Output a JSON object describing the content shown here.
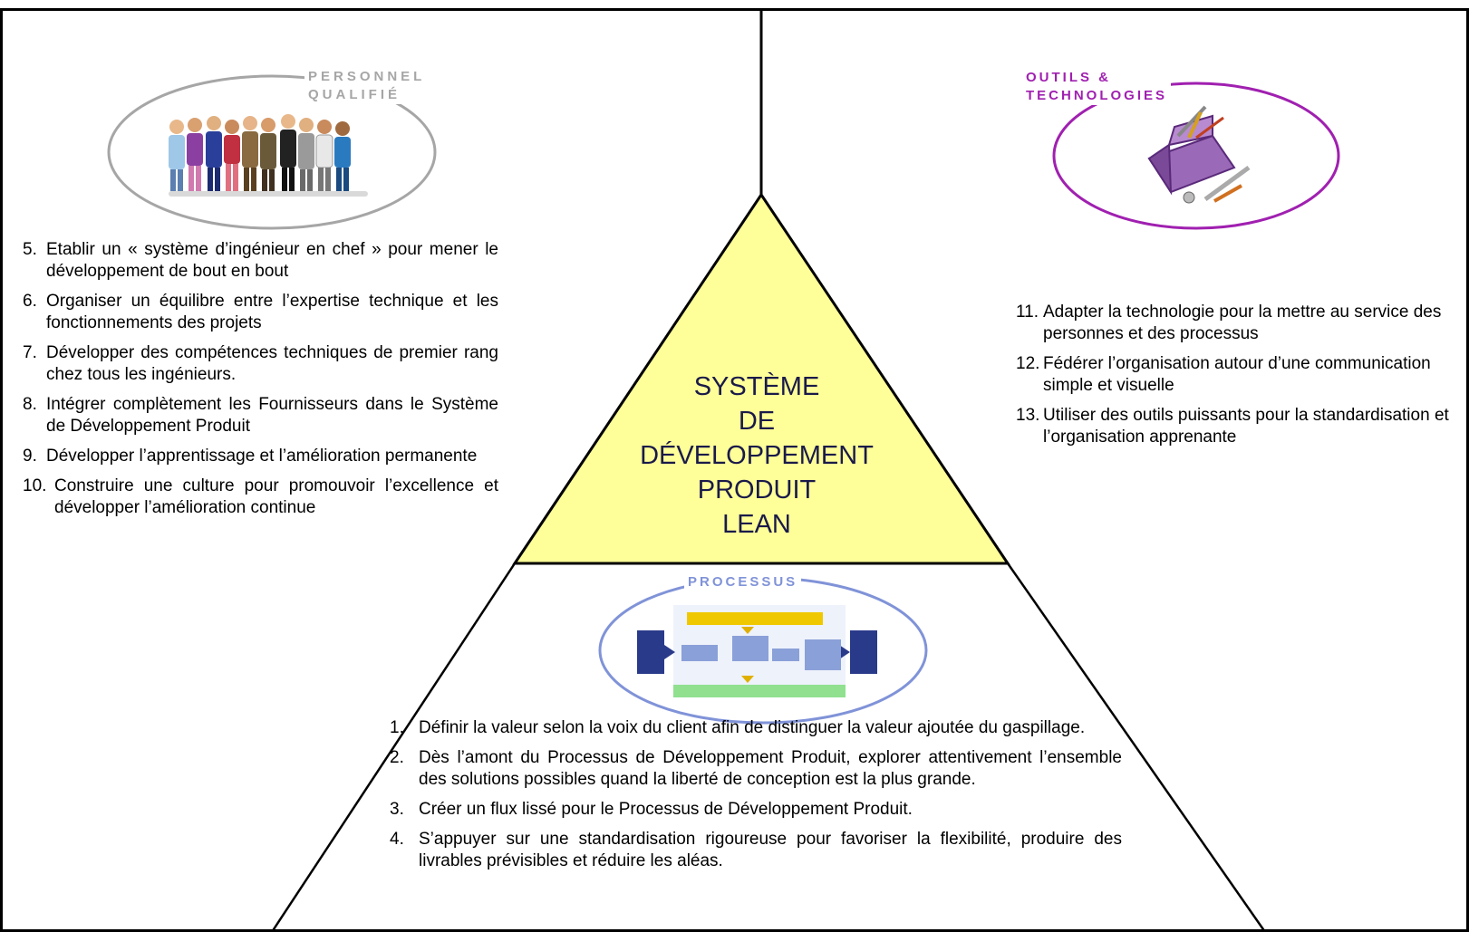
{
  "sections": {
    "personnel": {
      "title_line1": "PERSONNEL",
      "title_line2": "QUALIFIÉ",
      "items": [
        {
          "num": "5.",
          "text": "Etablir un « système d’ingénieur en chef » pour mener le développement de bout en bout"
        },
        {
          "num": "6.",
          "text": "Organiser un équilibre entre l’expertise technique et les fonctionnements des projets"
        },
        {
          "num": "7.",
          "text": "Développer des compétences techniques de premier rang chez tous les ingénieurs."
        },
        {
          "num": "8.",
          "text": "Intégrer complètement les Fournisseurs dans le Système de Développement Produit"
        },
        {
          "num": "9.",
          "text": "Développer l’apprentissage et l’amélioration permanente"
        },
        {
          "num": "10.",
          "text": "Construire une culture pour promouvoir l’excellence et développer l’amélioration continue"
        }
      ]
    },
    "outils": {
      "title_line1": "OUTILS &",
      "title_line2": "TECHNOLOGIES",
      "items": [
        {
          "num": "11.",
          "text": " Adapter la technologie pour la mettre au service des personnes et des processus"
        },
        {
          "num": "12.",
          "text": "Fédérer l’organisation autour d’une communication simple et visuelle"
        },
        {
          "num": "13.",
          "text": "Utiliser des outils puissants pour la standardisation et l’organisation apprenante"
        }
      ]
    },
    "processus": {
      "title": "PROCESSUS",
      "items": [
        {
          "num": "1.",
          "text": "Définir la valeur selon la voix du client afin de distinguer la valeur ajoutée du gaspillage."
        },
        {
          "num": "2.",
          "text": "Dès l’amont du Processus de Développement Produit, explorer attentivement l’ensemble des solutions possibles quand la liberté de conception est la plus grande."
        },
        {
          "num": "3.",
          "text": "Créer un flux lissé pour le Processus de Développement Produit."
        },
        {
          "num": "4.",
          "text": "S’appuyer sur une standardisation rigoureuse pour favoriser la flexibilité, produire des livrables prévisibles et réduire les aléas."
        }
      ]
    }
  },
  "center": {
    "lines": [
      "SYSTÈME",
      "DE",
      "DÉVELOPPEMENT",
      "PRODUIT",
      "LEAN"
    ]
  },
  "colors": {
    "triangle_fill": "#ffff99",
    "personnel_accent": "#a6a6a6",
    "outils_accent": "#a020b0",
    "processus_accent": "#8093d8"
  },
  "icons": {
    "personnel": "group-of-people-icon",
    "outils": "toolbox-icon",
    "processus": "process-flow-icon"
  }
}
